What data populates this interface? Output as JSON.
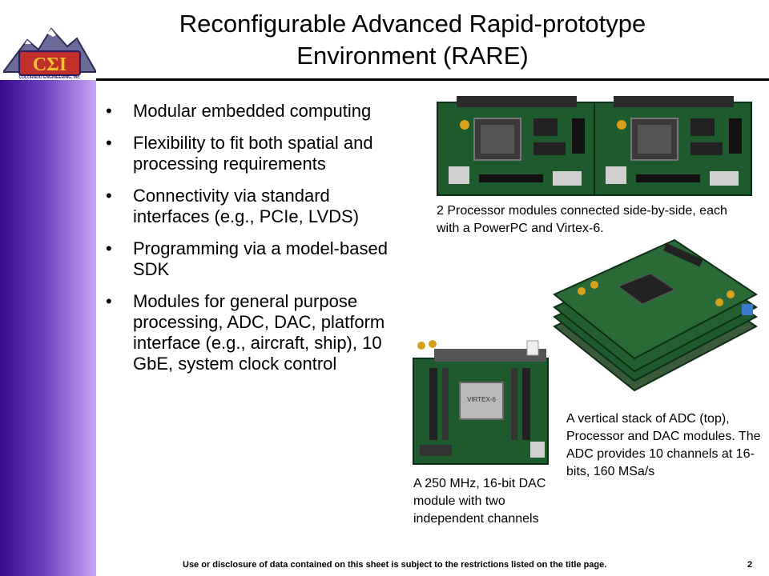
{
  "header": {
    "title_line1": "Reconfigurable Advanced Rapid-prototype",
    "title_line2": "Environment (RARE)",
    "logo_text": "CΣI",
    "logo_subtext": "COLORADO ENGINEERING, Inc."
  },
  "bullets": [
    {
      "text": "Modular embedded computing"
    },
    {
      "text": "Flexibility to fit both spatial and processing requirements"
    },
    {
      "text": "Connectivity via standard interfaces (e.g., PCIe, LVDS)"
    },
    {
      "text": "Programming via a model-based SDK"
    },
    {
      "text": "Modules for general purpose processing, ADC, DAC, platform interface (e.g., aircraft, ship), 10 GbE, system clock control"
    }
  ],
  "images": {
    "processor_caption": "2 Processor modules connected side-by-side, each with a PowerPC and Virtex-6.",
    "stack_caption": "A vertical stack of  ADC (top), Processor and DAC modules. The ADC provides 10 channels at 16-bits, 160 MSa/s",
    "dac_caption": "A 250 MHz, 16-bit DAC module with two independent channels",
    "dac_chip_label": "VIRTEX-6"
  },
  "footer": {
    "notice": "Use or disclosure of data contained on this sheet is subject to the restrictions listed on the title page.",
    "page_number": "2"
  },
  "colors": {
    "sidebar_dark": "#3b0a8e",
    "sidebar_light": "#c8a6f6",
    "pcb_green": "#1f5a2c",
    "logo_red": "#c0302a",
    "logo_yellow": "#f2c230"
  }
}
